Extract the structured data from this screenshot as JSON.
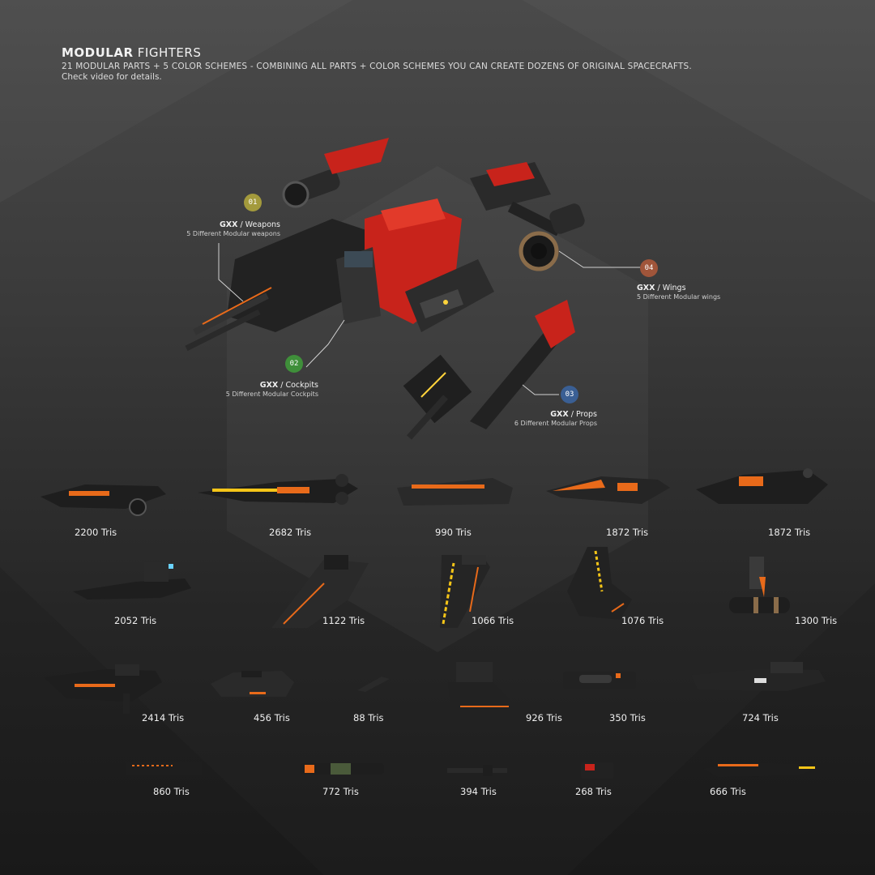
{
  "header": {
    "title_bold": "MODULAR",
    "title_light": " FIGHTERS",
    "subtitle": "21 MODULAR PARTS + 5 COLOR SCHEMES   -  COMBINING ALL PARTS + COLOR SCHEMES YOU CAN CREATE DOZENS OF ORIGINAL SPACECRAFTS.",
    "subtitle2": "Check video for details."
  },
  "callouts": [
    {
      "num": "01",
      "name_bold": "GXX",
      "name_light": " / Weapons",
      "desc": "5 Different Modular weapons",
      "color": "#a39a3c"
    },
    {
      "num": "02",
      "name_bold": "GXX",
      "name_light": " / Cockpits",
      "desc": "5 Different Modular Cockpits",
      "color": "#3f8f3a"
    },
    {
      "num": "03",
      "name_bold": "GXX",
      "name_light": " / Props",
      "desc": "6 Different Modular Props",
      "color": "#3a5f94"
    },
    {
      "num": "04",
      "name_bold": "GXX",
      "name_light": " / Wings",
      "desc": "5 Different Modular wings",
      "color": "#a0553a"
    }
  ],
  "parts": [
    {
      "tris": "2200 Tris"
    },
    {
      "tris": "2682 Tris"
    },
    {
      "tris": "990 Tris"
    },
    {
      "tris": "1872 Tris"
    },
    {
      "tris": "1872 Tris"
    },
    {
      "tris": "2052 Tris"
    },
    {
      "tris": "1122 Tris"
    },
    {
      "tris": "1066 Tris"
    },
    {
      "tris": "1076 Tris"
    },
    {
      "tris": "1300 Tris"
    },
    {
      "tris": "2414 Tris"
    },
    {
      "tris": "456 Tris"
    },
    {
      "tris": "88 Tris"
    },
    {
      "tris": "926 Tris"
    },
    {
      "tris": "350 Tris"
    },
    {
      "tris": "724 Tris"
    },
    {
      "tris": "860 Tris"
    },
    {
      "tris": "772 Tris"
    },
    {
      "tris": "394 Tris"
    },
    {
      "tris": "268 Tris"
    },
    {
      "tris": "666 Tris"
    }
  ],
  "colors": {
    "accent_red": "#d8261c",
    "accent_orange": "#e86a1a",
    "hull": "#1e1e1e",
    "panel": "#3a3a3a"
  }
}
